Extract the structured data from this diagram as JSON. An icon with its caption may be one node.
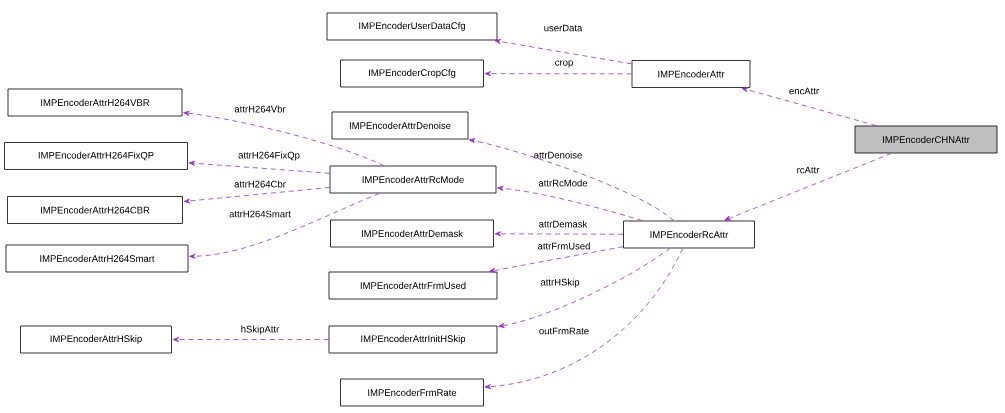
{
  "diagram": {
    "nodes": [
      {
        "text": [
          "IMPEncoderCHNAttr"
        ]
      },
      {
        "text": [
          "IMPEncoderAttr"
        ]
      },
      {
        "text": [
          "IMPEncoderUserDataCfg"
        ]
      },
      {
        "text": [
          "IMPEncoderCropCfg"
        ]
      },
      {
        "text": [
          "IMPEncoderRcAttr"
        ]
      },
      {
        "text": [
          "IMPEncoderAttrDenoise"
        ]
      },
      {
        "text": [
          "IMPEncoderAttrRcMode"
        ]
      },
      {
        "text": [
          "IMPEncoderAttrDemask"
        ]
      },
      {
        "text": [
          "IMPEncoderAttrFrmUsed"
        ]
      },
      {
        "text": [
          "IMPEncoderAttrInitHSkip"
        ]
      },
      {
        "text": [
          "IMPEncoderFrmRate"
        ]
      },
      {
        "text": [
          "IMPEncoderAttrH264VBR"
        ]
      },
      {
        "text": [
          "IMPEncoderAttrH264FixQP"
        ]
      },
      {
        "text": [
          "IMPEncoderAttrH264CBR"
        ]
      },
      {
        "text": [
          "IMPEncoderAttrH264Smart"
        ]
      },
      {
        "text": [
          "IMPEncoderAttrHSkip"
        ]
      }
    ],
    "edges": [
      {
        "from": 0,
        "to": 1,
        "arrow": "to",
        "label": "encAttr"
      },
      {
        "from": 0,
        "to": 4,
        "arrow": "to",
        "label": "rcAttr"
      },
      {
        "from": 1,
        "to": 2,
        "arrow": "to",
        "label": "userData"
      },
      {
        "from": 1,
        "to": 3,
        "arrow": "to",
        "label": "crop"
      },
      {
        "from": 4,
        "to": 5,
        "arrow": "to",
        "label": "attrDenoise"
      },
      {
        "from": 4,
        "to": 6,
        "arrow": "to",
        "label": "attrRcMode"
      },
      {
        "from": 4,
        "to": 7,
        "arrow": "to",
        "label": "attrDemask"
      },
      {
        "from": 4,
        "to": 8,
        "arrow": "to",
        "label": "attrFrmUsed"
      },
      {
        "from": 4,
        "to": 9,
        "arrow": "to",
        "label": "attrHSkip"
      },
      {
        "from": 4,
        "to": 10,
        "arrow": "to",
        "label": "outFrmRate"
      },
      {
        "from": 6,
        "to": 11,
        "arrow": "to",
        "label": "attrH264Vbr"
      },
      {
        "from": 6,
        "to": 12,
        "arrow": "to",
        "label": "attrH264FixQp"
      },
      {
        "from": 6,
        "to": 13,
        "arrow": "to",
        "label": "attrH264Cbr"
      },
      {
        "from": 6,
        "to": 14,
        "arrow": "to",
        "label": "attrH264Smart"
      },
      {
        "from": 9,
        "to": 15,
        "arrow": "to",
        "label": "hSkipAttr"
      }
    ]
  }
}
